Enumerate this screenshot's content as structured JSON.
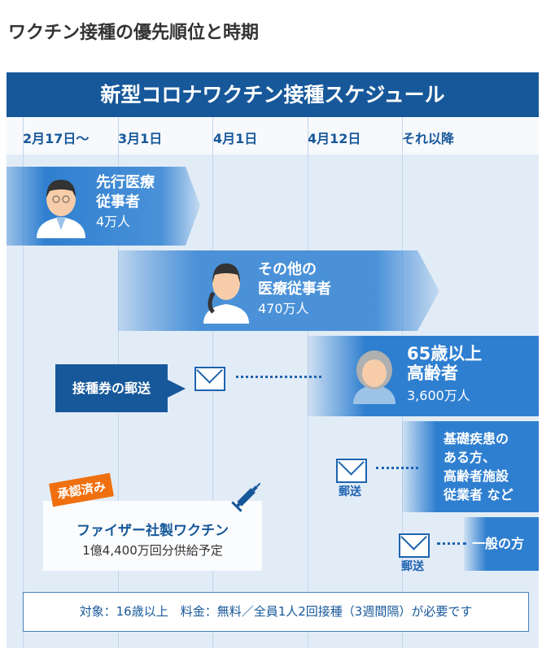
{
  "heading": "ワクチン接種の優先順位と時期",
  "banner_title": "新型コロナワクチン接種スケジュール",
  "dates": [
    "2月17日〜",
    "3月1日",
    "4月1日",
    "4月12日",
    "それ以降"
  ],
  "groups": [
    {
      "line1": "先行医療",
      "line2": "従事者",
      "count": "4万人"
    },
    {
      "line1": "その他の",
      "line2": "医療従事者",
      "count": "470万人"
    },
    {
      "line1": "65歳以上",
      "line2": "高齢者",
      "count": "3,600万人"
    },
    {
      "line1": "基礎疾患の",
      "line2": "ある方、",
      "line3": "高齢者施設",
      "line4": "従業者 など"
    },
    {
      "line1": "一般の方"
    }
  ],
  "ticket_label": "接種券の郵送",
  "mail_label": "郵送",
  "vaccine": {
    "badge": "承認済み",
    "name": "ファイザー社製ワクチン",
    "supply": "1億4,400万回分供給予定"
  },
  "note": "対象：16歳以上　料金：無料／全員1人2回接種（3週間隔）が必要です",
  "colors": {
    "brand": "#17589a",
    "bar": "#2f7fd0",
    "badge": "#f0700f",
    "bg": "#e2ecf7"
  }
}
